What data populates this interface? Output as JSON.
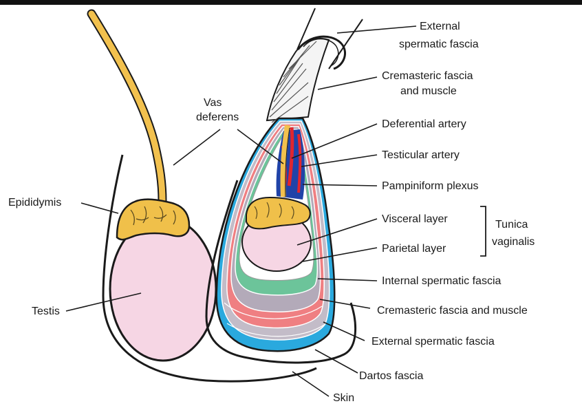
{
  "labels": {
    "vas_deferens_1": "Vas",
    "vas_deferens_2": "deferens",
    "epididymis": "Epididymis",
    "testis": "Testis",
    "external_spermatic_fascia_top_1": "External",
    "external_spermatic_fascia_top_2": "spermatic fascia",
    "cremasteric_top_1": "Cremasteric fascia",
    "cremasteric_top_2": "and muscle",
    "deferential_artery": "Deferential artery",
    "testicular_artery": "Testicular artery",
    "pampiniform_plexus": "Pampiniform plexus",
    "visceral_layer": "Visceral layer",
    "parietal_layer": "Parietal layer",
    "tunica_1": "Tunica",
    "tunica_2": "vaginalis",
    "internal_spermatic_fascia": "Internal spermatic fascia",
    "cremasteric_bottom": "Cremasteric fascia and muscle",
    "external_spermatic_fascia_bottom": "External spermatic fascia",
    "dartos_fascia": "Dartos fascia",
    "skin": "Skin"
  },
  "colors": {
    "outline": "#1a1a1a",
    "vas_deferens": "#f2c14e",
    "epididymis": "#f0c04a",
    "testis": "#f6d6e4",
    "parietal_green": "#6cc49a",
    "internal_fascia_gray": "#b3aab9",
    "cremasteric_red": "#ef7f82",
    "external_fascia_gray": "#c3bcc8",
    "dartos_blue": "#2aa9de",
    "artery_red": "#e0262f",
    "plexus_blue": "#2043a8"
  }
}
